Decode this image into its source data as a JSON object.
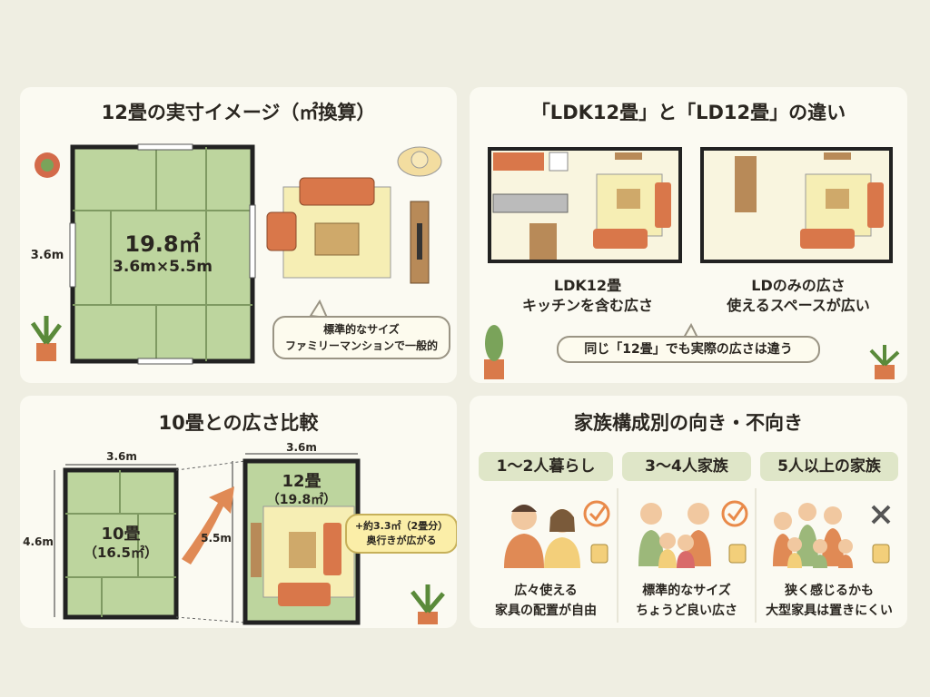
{
  "panel1": {
    "title": "12畳の実寸イメージ（㎡換算）",
    "area": "19.8㎡",
    "dims": "3.6m×5.5m",
    "side_label": "3.6m",
    "bubble_line1": "標準的なサイズ",
    "bubble_line2": "ファミリーマンションで一般的"
  },
  "panel2": {
    "title": "「LDK12畳」と「LD12畳」の違い",
    "ldk_line1": "LDK12畳",
    "ldk_line2": "キッチンを含む広さ",
    "ld_line1": "LDのみの広さ",
    "ld_line2": "使えるスペースが広い",
    "note": "同じ「12畳」でも実際の広さは違う"
  },
  "panel3": {
    "title": "10畳との広さ比較",
    "left_width": "3.6m",
    "left_height": "4.6m",
    "left_name": "10畳",
    "left_area": "（16.5㎡）",
    "right_width": "3.6m",
    "right_height": "5.5m",
    "right_name": "12畳",
    "right_area": "（19.8㎡）",
    "callout_line1": "+約3.3㎡（2畳分）",
    "callout_line2": "奥行きが広がる"
  },
  "panel4": {
    "title": "家族構成別の向き・不向き",
    "columns": [
      {
        "head": "1〜2人暮らし",
        "line1": "広々使える",
        "line2": "家具の配置が自由",
        "mark": "check-icon"
      },
      {
        "head": "3〜4人家族",
        "line1": "標準的なサイズ",
        "line2": "ちょうど良い広さ",
        "mark": "check-icon"
      },
      {
        "head": "5人以上の家族",
        "line1": "狭く感じるかも",
        "line2": "大型家具は置きにくい",
        "mark": "cross-icon"
      }
    ]
  },
  "colors": {
    "tatami": "#b9d29a",
    "sofa": "#d9774a",
    "rug": "#f6eeb4",
    "wood": "#b88a58",
    "check": "#e98a4a"
  }
}
